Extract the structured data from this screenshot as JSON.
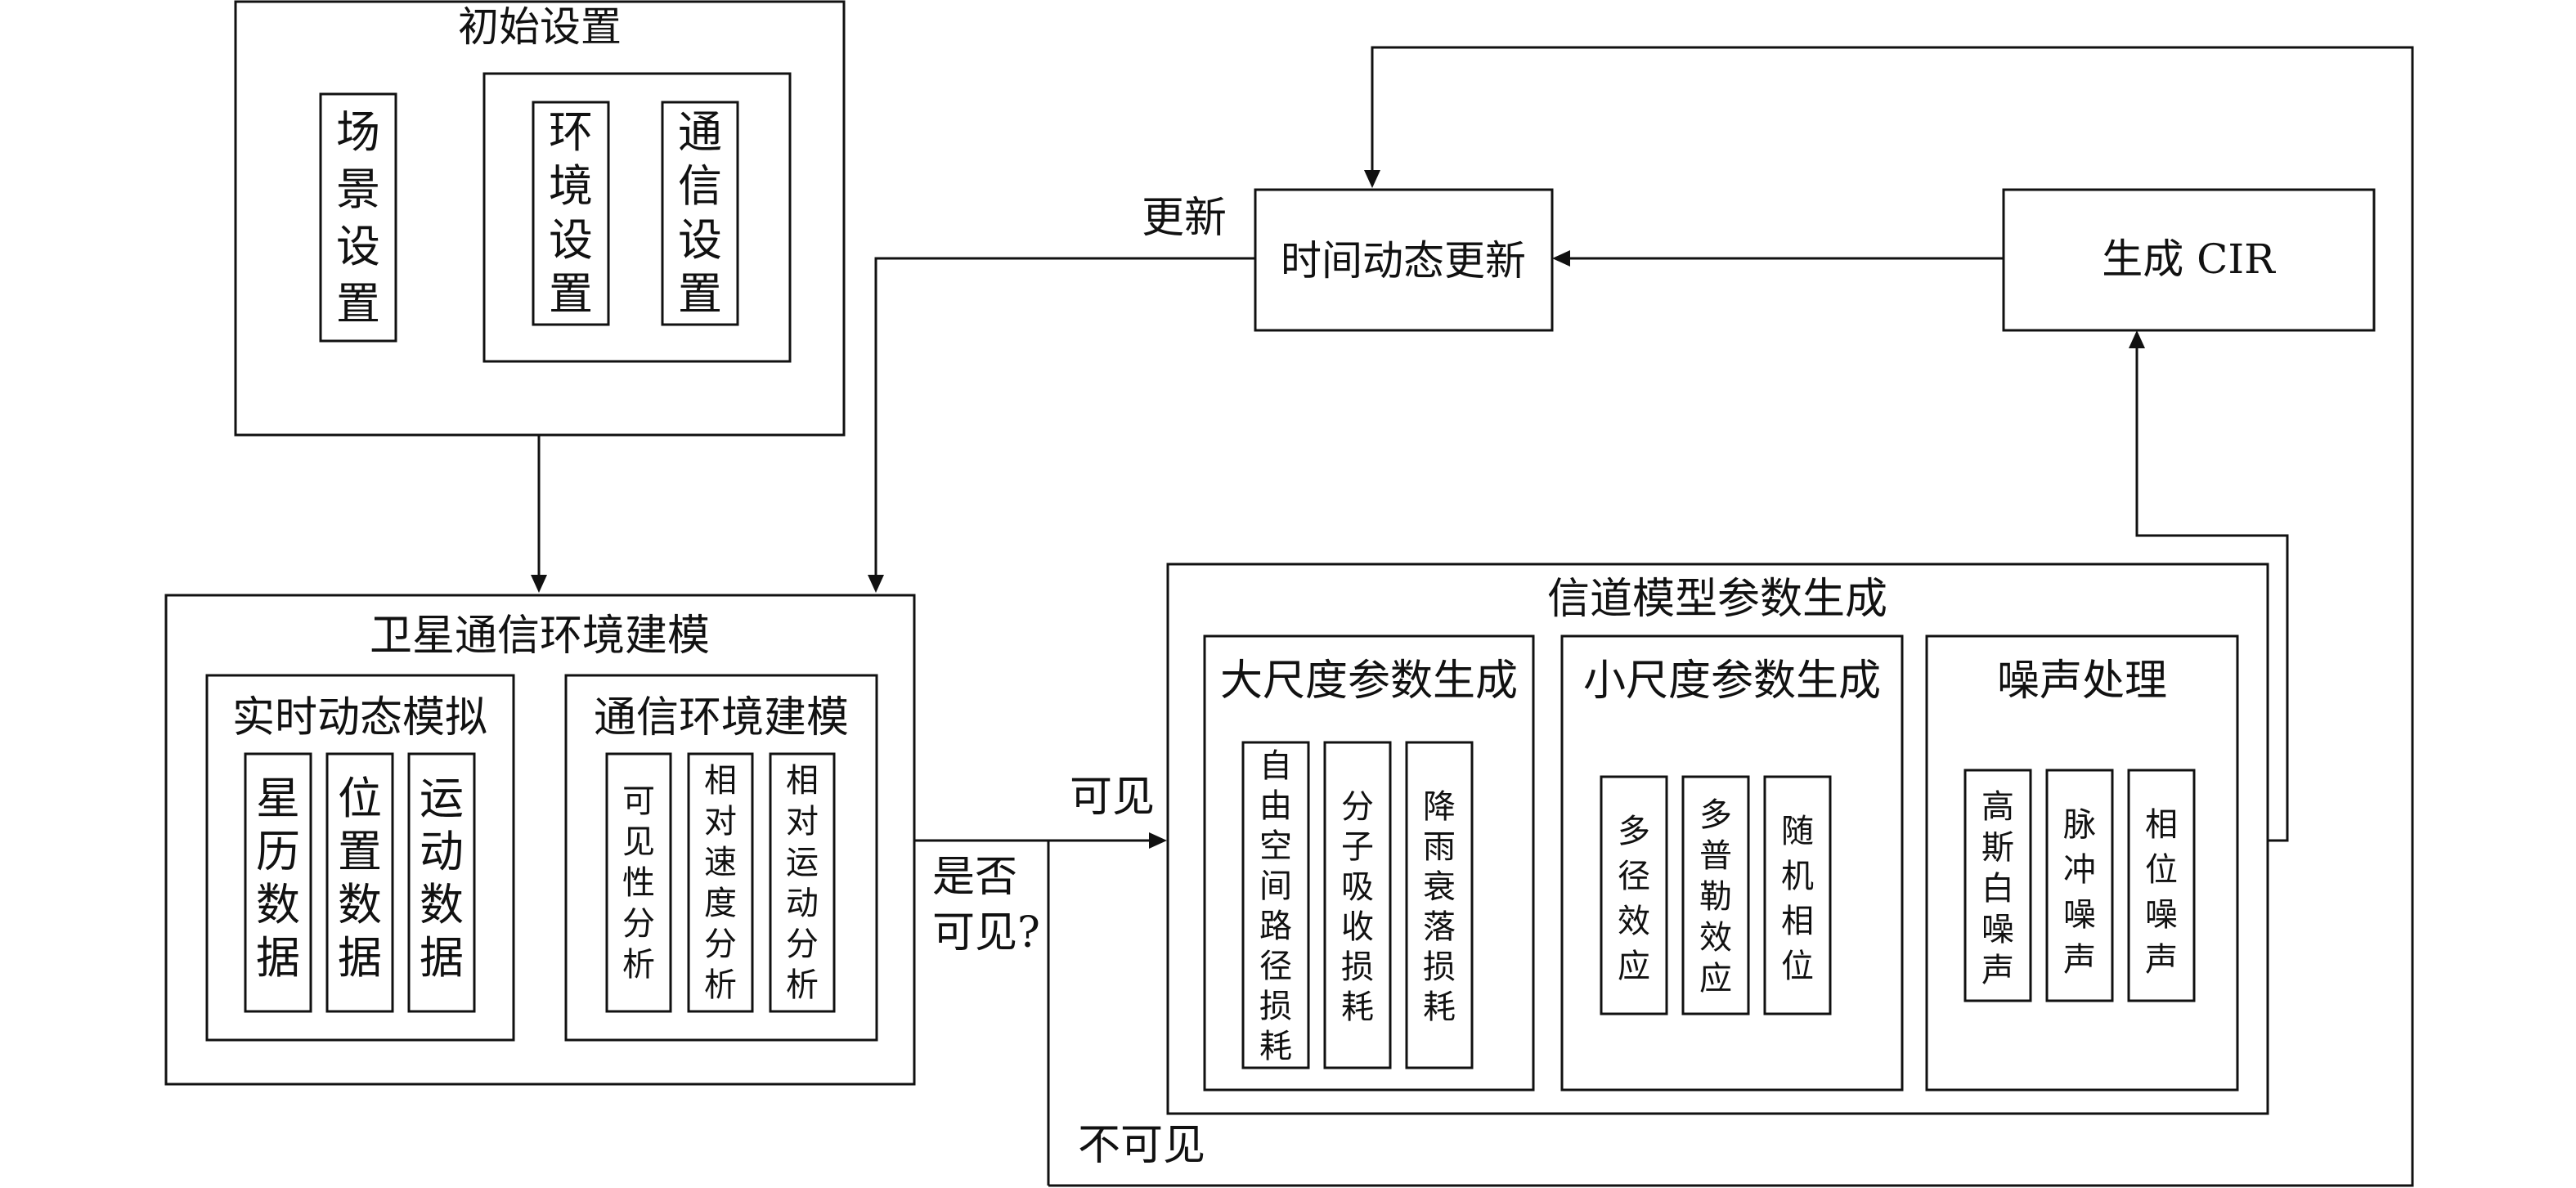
{
  "init": {
    "title": "初始设置",
    "scene": [
      "场",
      "景",
      "设",
      "置"
    ],
    "env": [
      "环",
      "境",
      "设",
      "置"
    ],
    "comm": [
      "通",
      "信",
      "设",
      "置"
    ]
  },
  "time_update": {
    "label": "时间动态更新",
    "edge_label": "更新"
  },
  "cir": {
    "label": "生成 CIR"
  },
  "sat_model": {
    "title": "卫星通信环境建模",
    "realtime": {
      "title": "实时动态模拟",
      "items": [
        [
          "星",
          "历",
          "数",
          "据"
        ],
        [
          "位",
          "置",
          "数",
          "据"
        ],
        [
          "运",
          "动",
          "数",
          "据"
        ]
      ]
    },
    "comm_env": {
      "title": "通信环境建模",
      "items": [
        [
          "可",
          "见",
          "性",
          "分",
          "析"
        ],
        [
          "相",
          "对",
          "速",
          "度",
          "分",
          "析"
        ],
        [
          "相",
          "对",
          "运",
          "动",
          "分",
          "析"
        ]
      ]
    }
  },
  "decision": {
    "line1": "是否",
    "line2": "可见?",
    "visible": "可见",
    "invisible": "不可见"
  },
  "channel": {
    "title": "信道模型参数生成",
    "large": {
      "title": "大尺度参数生成",
      "items": [
        [
          "自",
          "由",
          "空",
          "间",
          "路",
          "径",
          "损",
          "耗"
        ],
        [
          "分",
          "子",
          "吸",
          "收",
          "损",
          "耗"
        ],
        [
          "降",
          "雨",
          "衰",
          "落",
          "损",
          "耗"
        ]
      ]
    },
    "small": {
      "title": "小尺度参数生成",
      "items": [
        [
          "多",
          "径",
          "效",
          "应"
        ],
        [
          "多",
          "普",
          "勒",
          "效",
          "应"
        ],
        [
          "随",
          "机",
          "相",
          "位"
        ]
      ]
    },
    "noise": {
      "title": "噪声处理",
      "items": [
        [
          "高",
          "斯",
          "白",
          "噪",
          "声"
        ],
        [
          "脉",
          "冲",
          "噪",
          "声"
        ],
        [
          "相",
          "位",
          "噪",
          "声"
        ]
      ]
    }
  }
}
